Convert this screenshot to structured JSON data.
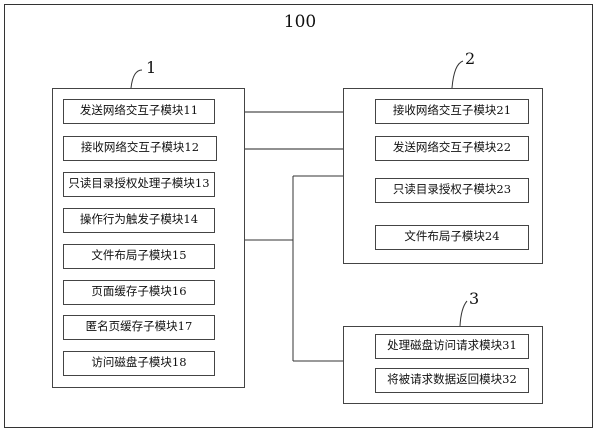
{
  "figure_number": "100",
  "groups": [
    {
      "label": "1",
      "modules": [
        "发送网络交互子模块11",
        "接收网络交互子模块12",
        "只读目录授权处理子模块13",
        "操作行为触发子模块14",
        "文件布局子模块15",
        "页面缓存子模块16",
        "匿名页缓存子模块17",
        "访问磁盘子模块18"
      ]
    },
    {
      "label": "2",
      "modules": [
        "接收网络交互子模块21",
        "发送网络交互子模块22",
        "只读目录授权子模块23",
        "文件布局子模块24"
      ]
    },
    {
      "label": "3",
      "modules": [
        "处理磁盘访问请求模块31",
        "将被请求数据返回模块32"
      ]
    }
  ]
}
